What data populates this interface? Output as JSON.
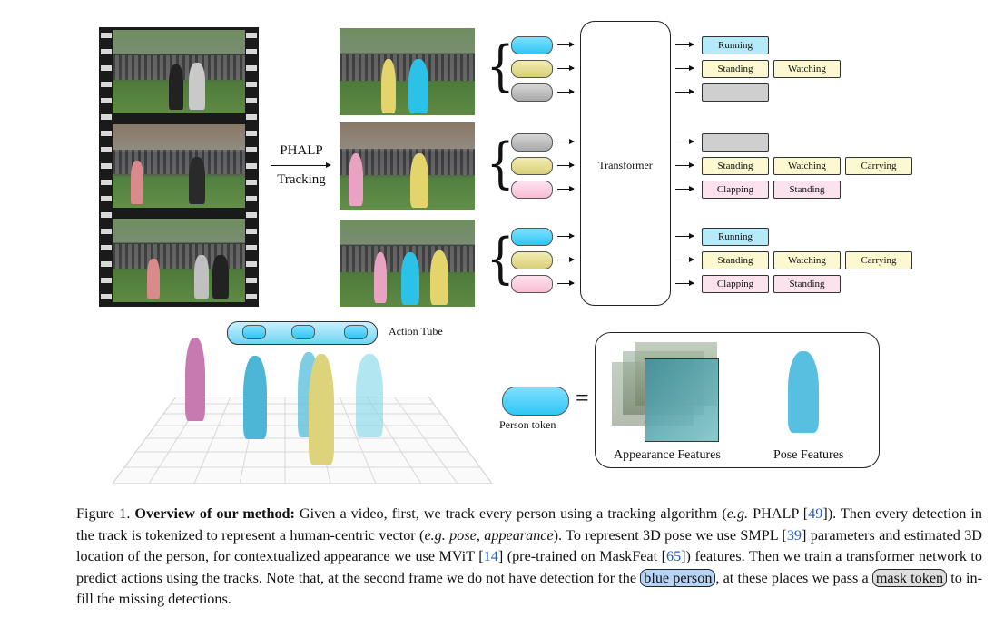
{
  "figure": {
    "phalp_line1": "PHALP",
    "phalp_line2": "Tracking",
    "transformer_label": "Transformer",
    "action_tube_label": "Action Tube",
    "person_token_label": "Person token",
    "equals": "=",
    "appearance_label": "Appearance Features",
    "pose_label": "Pose Features",
    "rows": [
      {
        "tokens": [
          "blue",
          "yellow",
          "gray"
        ],
        "labels": [
          [
            "Running"
          ],
          [
            "Standing",
            "Watching"
          ],
          [
            ""
          ]
        ],
        "label_colors": [
          "blue",
          "yellow",
          "gray"
        ]
      },
      {
        "tokens": [
          "gray",
          "yellow",
          "pink"
        ],
        "labels": [
          [
            ""
          ],
          [
            "Standing",
            "Watching",
            "Carrying"
          ],
          [
            "Clapping",
            "Standing"
          ]
        ],
        "label_colors": [
          "gray",
          "yellow",
          "pink"
        ]
      },
      {
        "tokens": [
          "blue",
          "yellow",
          "pink"
        ],
        "labels": [
          [
            "Running"
          ],
          [
            "Standing",
            "Watching",
            "Carrying"
          ],
          [
            "Clapping",
            "Standing"
          ]
        ],
        "label_colors": [
          "blue",
          "yellow",
          "pink"
        ]
      }
    ],
    "colors": {
      "blue": "#2fc6f4",
      "yellow": "#d8cf78",
      "gray": "#a9a9a9",
      "pink": "#f7bcd3"
    }
  },
  "caption": {
    "prefix": "Figure 1. ",
    "bold": "Overview of our method:",
    "s1": " Given a video, first, we track every person using a tracking algorithm (",
    "eg1": "e.g.",
    "s2": " PHALP [",
    "ref49": "49",
    "s3": "]). Then every detection in the track is tokenized to represent a human-centric vector (",
    "eg2": "e.g. pose, appearance",
    "s4": "). To represent 3D pose we use SMPL [",
    "ref39": "39",
    "s5": "] parameters and estimated 3D location of the person, for contextualized appearance we use MViT [",
    "ref14": "14",
    "s6": "] (pre-trained on MaskFeat [",
    "ref65": "65",
    "s7": "]) features. Then we train a transformer network to predict actions using the tracks. Note that, at the second frame we do not have detection for the ",
    "blue_person": "blue person",
    "s8": ", at these places we pass a ",
    "mask_token": "mask token",
    "s9": " to in-fill the missing detections."
  }
}
